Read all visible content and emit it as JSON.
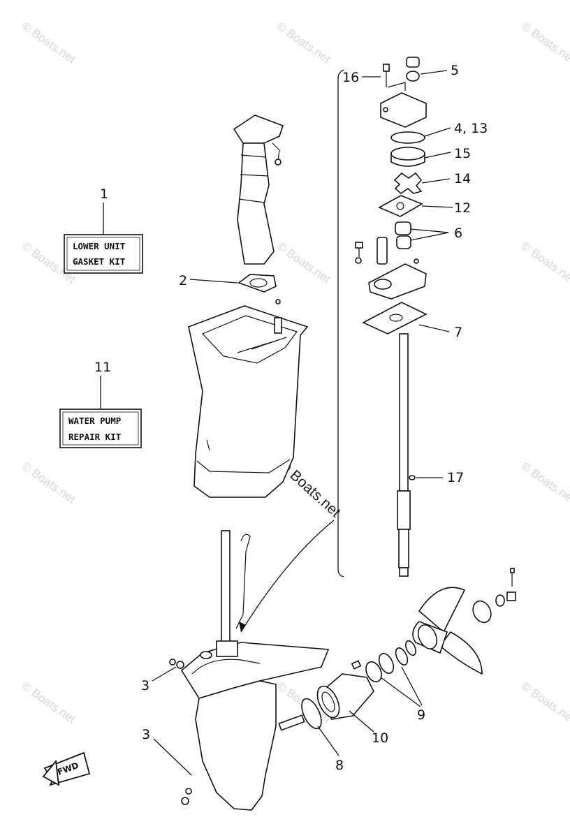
{
  "watermark": {
    "text": "© Boats.net",
    "center_text": "© Boats.net"
  },
  "kits": [
    {
      "number": "1",
      "line1": "LOWER UNIT",
      "line2": "GASKET KIT"
    },
    {
      "number": "11",
      "line1": "WATER PUMP",
      "line2": "REPAIR KIT"
    }
  ],
  "callouts": {
    "c16": "16",
    "c5": "5",
    "c4_13": "4, 13",
    "c15": "15",
    "c14": "14",
    "c12": "12",
    "c6": "6",
    "c2": "2",
    "c7": "7",
    "c17": "17",
    "c3a": "3",
    "c3b": "3",
    "c9": "9",
    "c10": "10",
    "c8": "8"
  },
  "fwd_label": "FWD"
}
